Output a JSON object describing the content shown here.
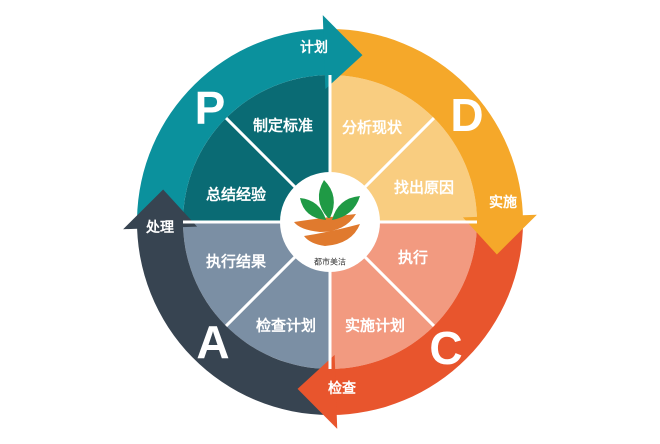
{
  "colors": {
    "plan": "#0b919d",
    "do": "#f5a82a",
    "check": "#e8552d",
    "act": "#374451",
    "plan_inner": "#0a6b74",
    "do_inner": "#f9cd80",
    "check_inner": "#f29a80",
    "act_inner": "#7b8fa4"
  },
  "phases": [
    {
      "letter": "P",
      "ring_label": "计划",
      "items": [
        "制定标准",
        "总结经验"
      ]
    },
    {
      "letter": "D",
      "ring_label": "实施",
      "items": [
        "分析现状",
        "找出原因"
      ]
    },
    {
      "letter": "C",
      "ring_label": "检查",
      "items": [
        "执行",
        "实施计划"
      ]
    },
    {
      "letter": "A",
      "ring_label": "处理",
      "items": [
        "检查计划",
        "执行结果"
      ]
    }
  ],
  "logo": {
    "text": "都市美洁"
  }
}
